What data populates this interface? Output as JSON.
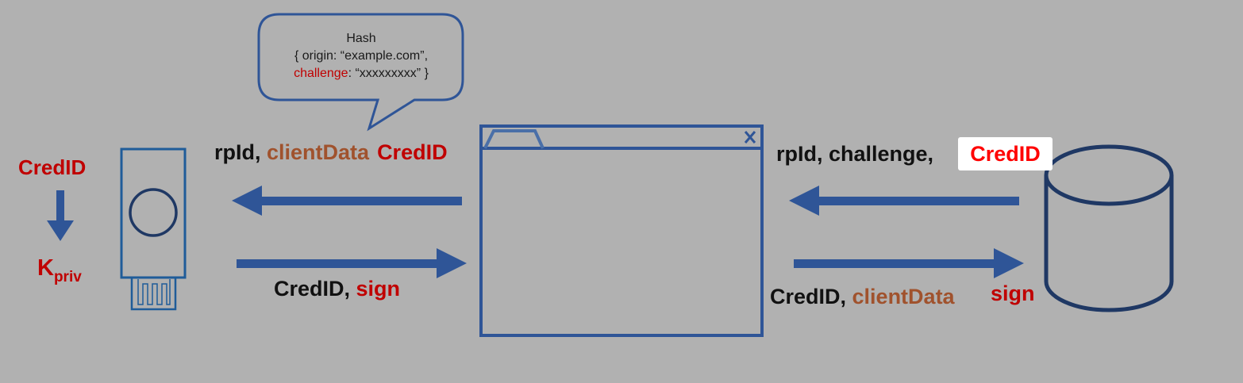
{
  "colors": {
    "background": "#b1b1b1",
    "shape_blue": "#2f5597",
    "db_navy": "#1f3864",
    "key_blue": "#1f5c99",
    "arrow_blue": "#2f5597",
    "red": "#c00000",
    "orange": "#a0522d",
    "bright_red": "#ff0000"
  },
  "bubble": {
    "line1": "Hash",
    "line2": "{ origin: “example.com”,",
    "line3_key": "challenge",
    "line3_rest": ": “xxxxxxxxx” }"
  },
  "authenticator": {
    "cred_id": "CredID",
    "k": "K",
    "k_sub": "priv"
  },
  "left_top_label": {
    "part1": "rpId",
    "sep1": ", ",
    "part2": "clientData",
    "part3": "CredID"
  },
  "left_bottom_label": {
    "part1": "CredID",
    "sep": ", ",
    "part2": "sign"
  },
  "right_top_label": {
    "part1": "rpId, challenge,",
    "part2": "CredID"
  },
  "right_bottom_label": {
    "part1": "CredID",
    "sep": ", ",
    "part2": "clientData",
    "part3": "sign"
  },
  "icons": {
    "security_key": "usb-security-key-icon",
    "browser": "browser-window-icon",
    "server": "database-cylinder-icon",
    "close": "close-icon",
    "arrows": "arrow-icon"
  }
}
